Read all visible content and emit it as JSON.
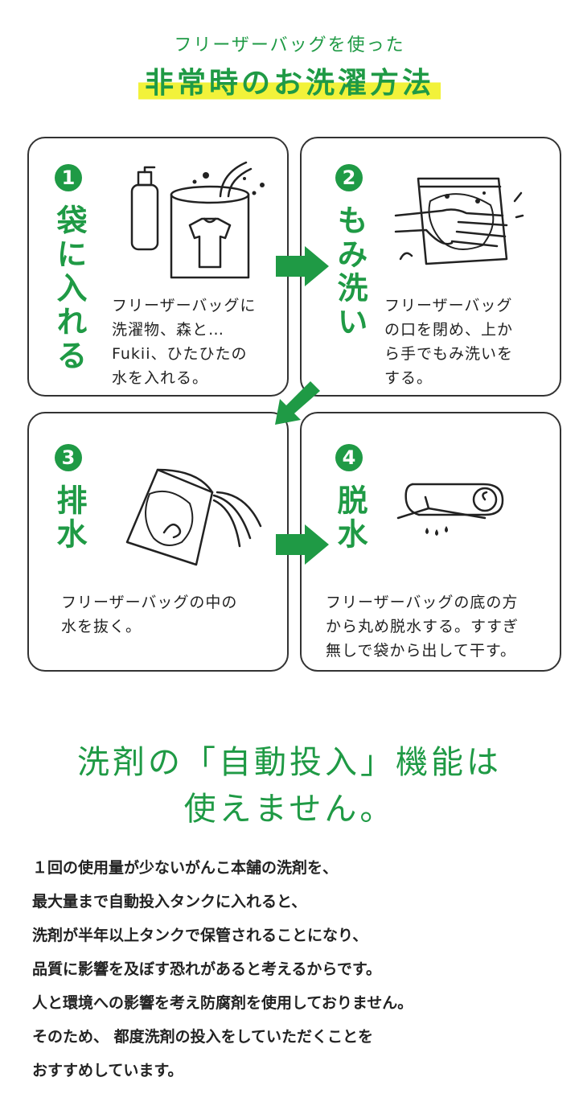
{
  "header": {
    "subtitle": "フリーザーバッグを使った",
    "title": "非常時のお洗濯方法"
  },
  "steps": [
    {
      "number": "1",
      "title": "袋に入れる",
      "description": "フリーザーバッグに\n洗濯物、森と…\nFukii、ひたひたの\n水を入れる。"
    },
    {
      "number": "2",
      "title": "もみ洗い",
      "description": "フリーザーバッグ\nの口を閉め、上か\nら手でもみ洗いを\nする。"
    },
    {
      "number": "3",
      "title": "排水",
      "description": "フリーザーバッグの中の\n水を抜く。"
    },
    {
      "number": "4",
      "title": "脱水",
      "description": "フリーザーバッグの底の方\nから丸め脱水する。すすぎ\n無しで袋から出して干す。"
    }
  ],
  "notice": {
    "heading_line1": "洗剤の「自動投入」機能は",
    "heading_line2": "使えません。",
    "paragraph": [
      "１回の使用量が少ないがんこ本舗の洗剤を、",
      "最大量まで自動投入タンクに入れると、",
      "洗剤が半年以上タンクで保管されることになり、",
      "品質に影響を及ぼす恐れがあると考えるからです。",
      "人と環境への影響を考え防腐剤を使用しておりません。",
      "そのため、 都度洗剤の投入をしていただくことを",
      "おすすめしています。"
    ]
  },
  "colors": {
    "accent": "#1f9a45",
    "highlight": "#f2f23a",
    "border": "#333333"
  },
  "icons": [
    "bottle-bag-shirt-icon",
    "hands-kneading-bag-icon",
    "bag-draining-icon",
    "rolled-bag-icon",
    "arrow-right-icon",
    "arrow-down-left-icon"
  ]
}
